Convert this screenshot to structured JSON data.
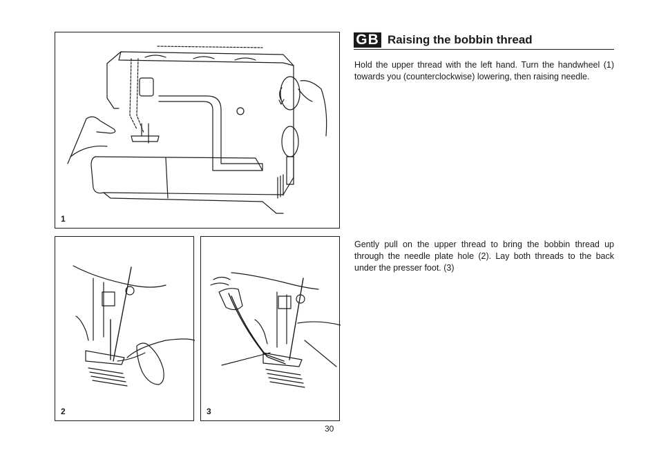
{
  "figures": {
    "fig1_number": "1",
    "fig2_number": "2",
    "fig3_number": "3"
  },
  "section": {
    "language_code": "GB",
    "title": "Raising the bobbin thread"
  },
  "paragraphs": {
    "p1": "Hold the upper thread with the left hand. Turn the handwheel (1) towards you (counterclockwise) lowering, then raising needle.",
    "p2": "Gently pull on the upper thread to bring the bobbin thread up through the needle plate hole (2). Lay both threads to the back under the presser foot. (3)"
  },
  "page_number": "30"
}
